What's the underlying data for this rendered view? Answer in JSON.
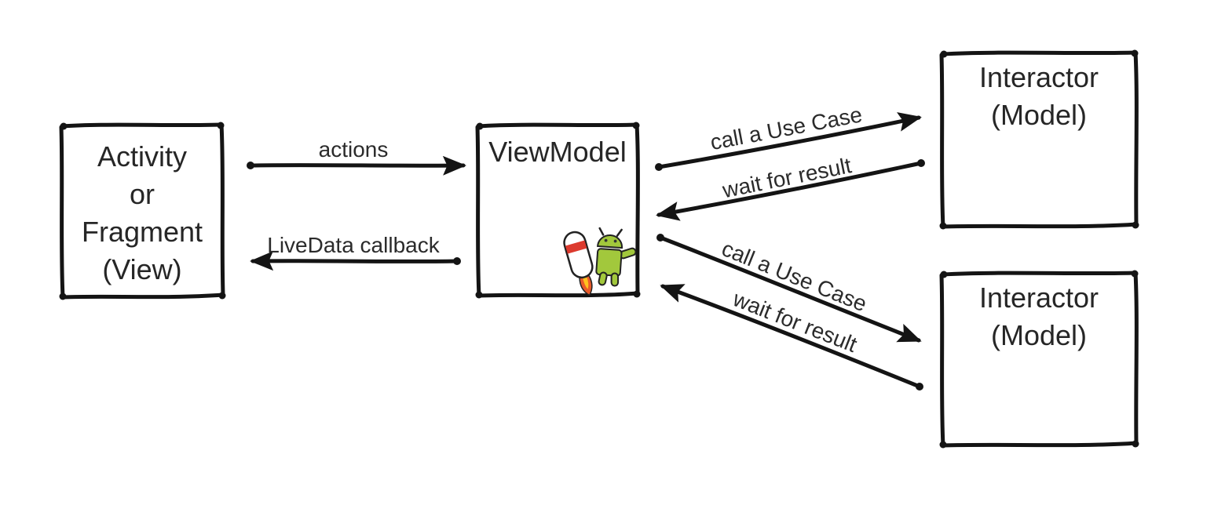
{
  "diagram": {
    "background_color": "#ffffff",
    "stroke_color": "#141414",
    "text_color": "#262626",
    "boxes": {
      "view": {
        "lines": [
          "Activity",
          "or",
          "Fragment",
          "(View)"
        ]
      },
      "viewmodel": {
        "lines": [
          "ViewModel"
        ]
      },
      "interactor_top": {
        "lines": [
          "Interactor",
          "(Model)"
        ]
      },
      "interactor_bottom": {
        "lines": [
          "Interactor",
          "(Model)"
        ]
      }
    },
    "arrows": {
      "actions": {
        "label": "actions",
        "from": "view",
        "to": "viewmodel",
        "direction": "right"
      },
      "livedata": {
        "label": "LiveData callback",
        "from": "viewmodel",
        "to": "view",
        "direction": "left"
      },
      "call_top": {
        "label": "call a Use Case",
        "from": "viewmodel",
        "to": "interactor_top",
        "direction": "up-right"
      },
      "wait_top": {
        "label": "wait for result",
        "from": "interactor_top",
        "to": "viewmodel",
        "direction": "down-left"
      },
      "call_bottom": {
        "label": "call a Use Case",
        "from": "viewmodel",
        "to": "interactor_bottom",
        "direction": "down-right"
      },
      "wait_bottom": {
        "label": "wait for result",
        "from": "interactor_bottom",
        "to": "viewmodel",
        "direction": "up-left"
      }
    },
    "icons": {
      "jetpack": {
        "name": "android-jetpack-icon",
        "android_green": "#A2C83C",
        "outline": "#222222",
        "rocket_body": "#ffffff",
        "rocket_stripe": "#DC3A2E",
        "flame_outer": "#EA5B2B",
        "flame_inner": "#FFC21E"
      }
    }
  }
}
